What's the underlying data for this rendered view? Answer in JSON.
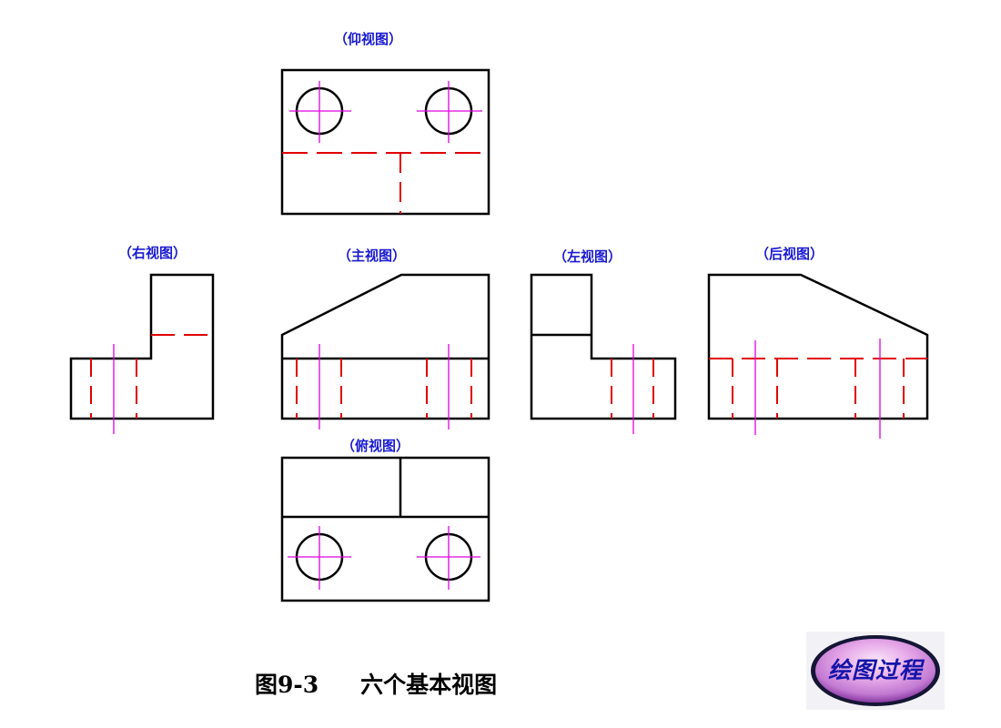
{
  "labels": {
    "bottom_view": "（仰视图）",
    "right_view": "（右视图）",
    "front_view": "（主视图）",
    "left_view": "（左视图）",
    "rear_view": "（后视图）",
    "top_view": "（俯视图）"
  },
  "caption": {
    "figure_number": "图9-3",
    "title": "六个基本视图"
  },
  "process_button": {
    "label": "绘图过程"
  },
  "colors": {
    "outline": "#000000",
    "hidden_line": "#e00000",
    "center_line": "#e000e0",
    "label_text": "#1a1ad0"
  }
}
